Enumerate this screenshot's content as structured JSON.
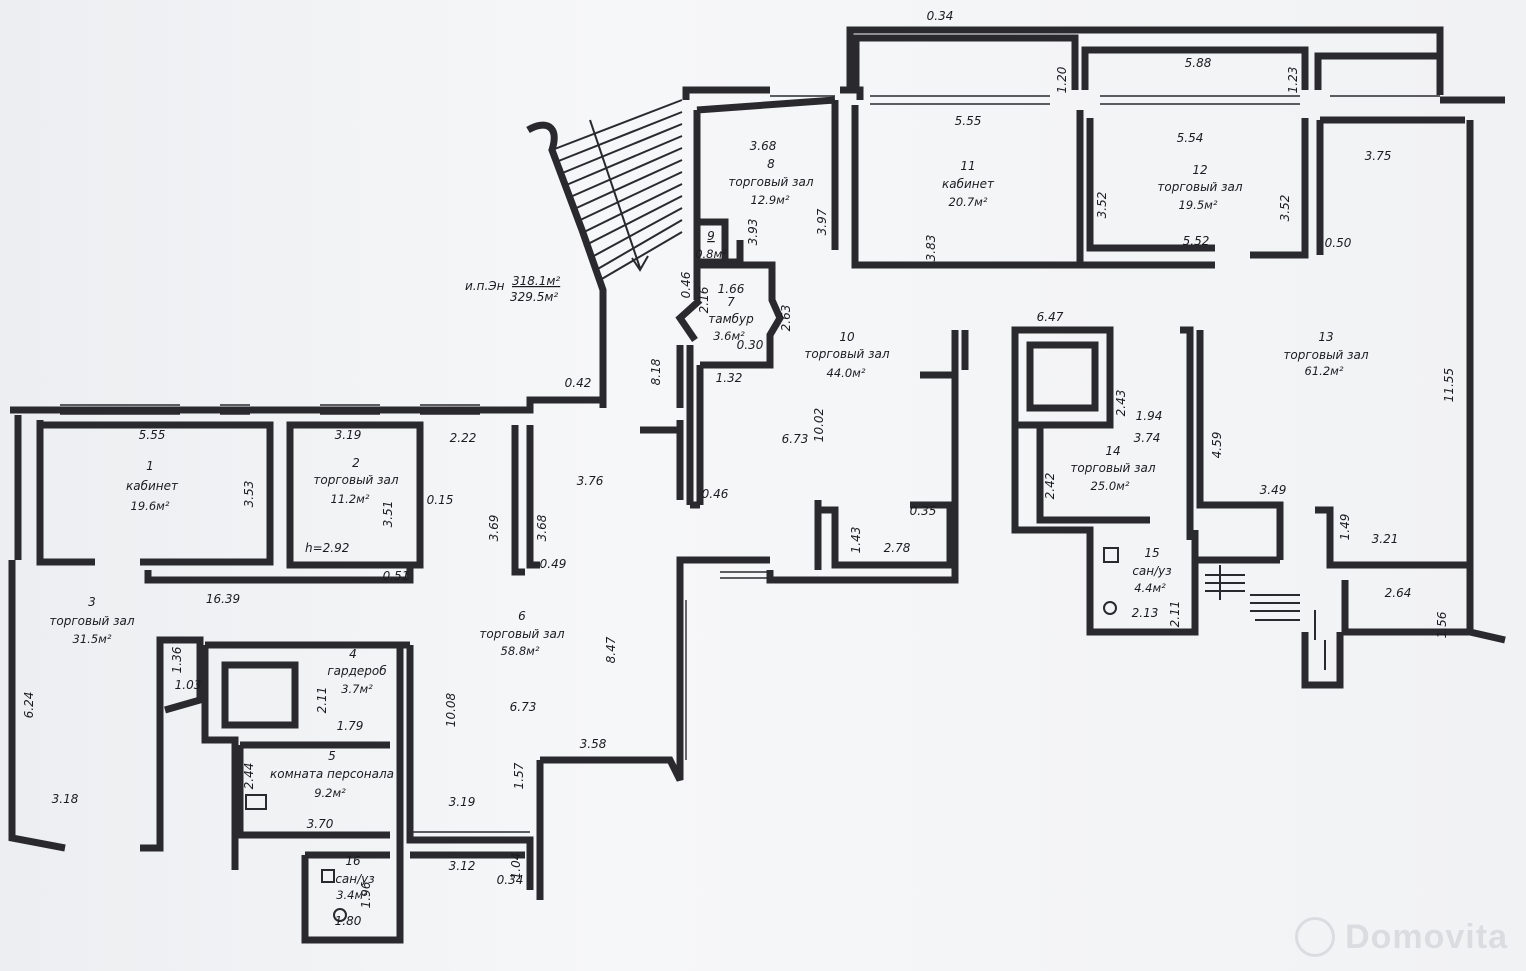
{
  "plan": {
    "totals": {
      "prefix": "и.п.Эн",
      "area1": "318.1м²",
      "area2": "329.5м²"
    },
    "rooms": [
      {
        "num": "1",
        "name": "кабинет",
        "area": "19.6м²"
      },
      {
        "num": "2",
        "name": "торговый зал",
        "area": "11.2м²"
      },
      {
        "num": "3",
        "name": "торговый зал",
        "area": "31.5м²"
      },
      {
        "num": "4",
        "name": "гардероб",
        "area": "3.7м²"
      },
      {
        "num": "5",
        "name": "комната персонала",
        "area": "9.2м²"
      },
      {
        "num": "6",
        "name": "торговый зал",
        "area": "58.8м²"
      },
      {
        "num": "7",
        "name": "тамбур",
        "area": "3.6м²"
      },
      {
        "num": "8",
        "name": "торговый зал",
        "area": "12.9м²"
      },
      {
        "num": "9",
        "name": "",
        "area": "0.8м²"
      },
      {
        "num": "10",
        "name": "торговый зал",
        "area": "44.0м²"
      },
      {
        "num": "11",
        "name": "кабинет",
        "area": "20.7м²"
      },
      {
        "num": "12",
        "name": "торговый зал",
        "area": "19.5м²"
      },
      {
        "num": "13",
        "name": "торговый зал",
        "area": "61.2м²"
      },
      {
        "num": "14",
        "name": "торговый зал",
        "area": "25.0м²"
      },
      {
        "num": "15",
        "name": "сан/уз",
        "area": "4.4м²"
      },
      {
        "num": "16",
        "name": "сан/уз",
        "area": "3.4м²"
      }
    ],
    "height_note": "h=2.92",
    "dims": [
      "0.34",
      "5.88",
      "1.20",
      "1.23",
      "3.68",
      "5.55",
      "5.54",
      "3.75",
      "3.97",
      "3.83",
      "3.52",
      "3.52",
      "5.52",
      "0.50",
      "3.93",
      "0.46",
      "2.16",
      "1.66",
      "2.63",
      "0.30",
      "1.32",
      "8.18",
      "0.42",
      "6.47",
      "2.43",
      "1.94",
      "3.74",
      "4.59",
      "11.55",
      "5.55",
      "3.19",
      "2.22",
      "3.53",
      "0.15",
      "3.51",
      "3.69",
      "3.68",
      "3.76",
      "0.46",
      "10.02",
      "6.73",
      "0.35",
      "2.42",
      "3.49",
      "1.49",
      "3.21",
      "1.43",
      "2.78",
      "0.49",
      "0.51",
      "16.39",
      "8.47",
      "2.11",
      "2.13",
      "2.64",
      "1.56",
      "1.36",
      "1.03",
      "6.24",
      "2.11",
      "1.79",
      "10.08",
      "6.73",
      "3.58",
      "1.57",
      "2.44",
      "3.70",
      "3.19",
      "3.18",
      "3.12",
      "1.04",
      "0.34",
      "1.96",
      "1.80"
    ]
  },
  "watermark": "Domovita"
}
